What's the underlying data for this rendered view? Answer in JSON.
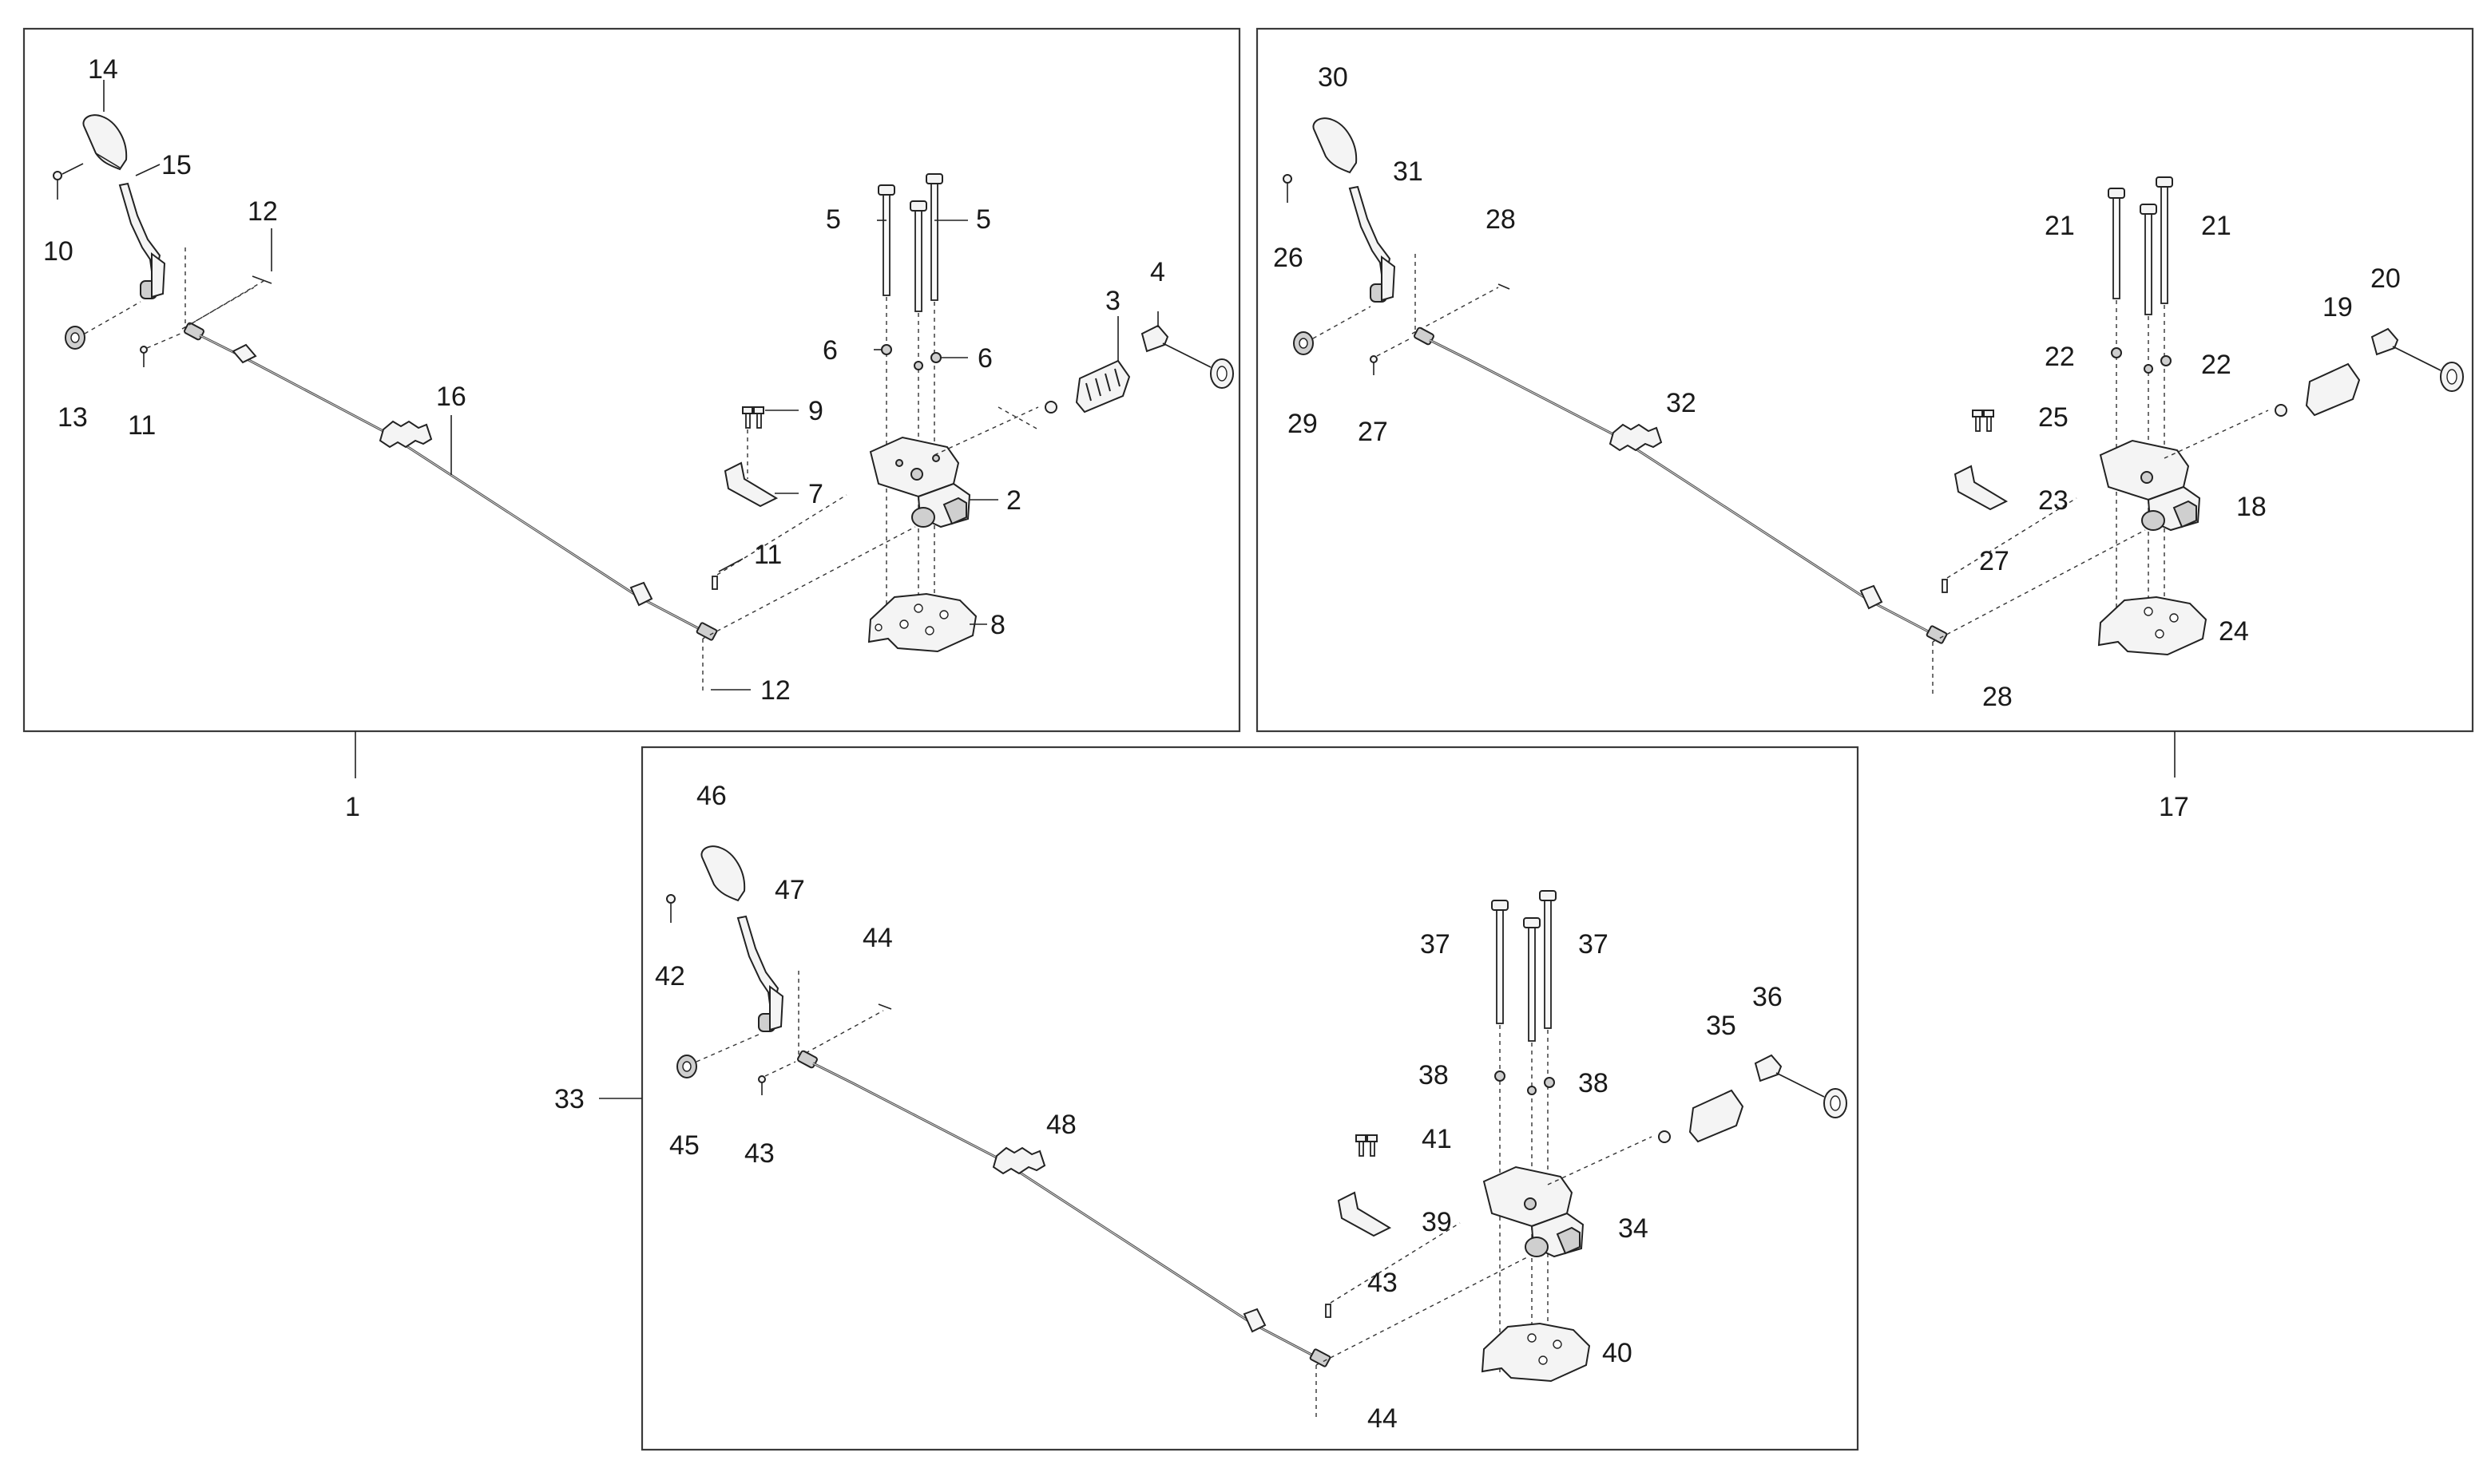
{
  "diagram": {
    "assemblies": [
      {
        "key": "a",
        "assembly_label": "1",
        "labels": {
          "handle": "14",
          "lever": "15",
          "screw": "10",
          "pin": "12",
          "washer": "13",
          "pin2": "11",
          "cable": "16",
          "bolt_long_left": "5",
          "bolt_long_right": "5",
          "nut_left": "6",
          "nut_right": "6",
          "boot": "3",
          "rod_end": "4",
          "bolt_small": "9",
          "bracket": "7",
          "valve": "2",
          "pin_lower": "11",
          "plate": "8",
          "clip_lower": "12"
        }
      },
      {
        "key": "b",
        "assembly_label": "17",
        "labels": {
          "handle": "30",
          "lever": "31",
          "screw": "26",
          "pin": "28",
          "washer": "29",
          "pin2": "27",
          "cable": "32",
          "bolt_long_left": "21",
          "bolt_long_right": "21",
          "nut_left": "22",
          "nut_right": "22",
          "boot": "19",
          "rod_end": "20",
          "bolt_small": "25",
          "bracket": "23",
          "valve": "18",
          "pin_lower": "27",
          "plate": "24",
          "clip_lower": "28"
        }
      },
      {
        "key": "c",
        "assembly_label": "33",
        "labels": {
          "handle": "46",
          "lever": "47",
          "screw": "42",
          "pin": "44",
          "washer": "45",
          "pin2": "43",
          "cable": "48",
          "bolt_long_left": "37",
          "bolt_long_right": "37",
          "nut_left": "38",
          "nut_right": "38",
          "boot": "35",
          "rod_end": "36",
          "bolt_small": "41",
          "bracket": "39",
          "valve": "34",
          "pin_lower": "43",
          "plate": "40",
          "clip_lower": "44"
        }
      }
    ]
  }
}
